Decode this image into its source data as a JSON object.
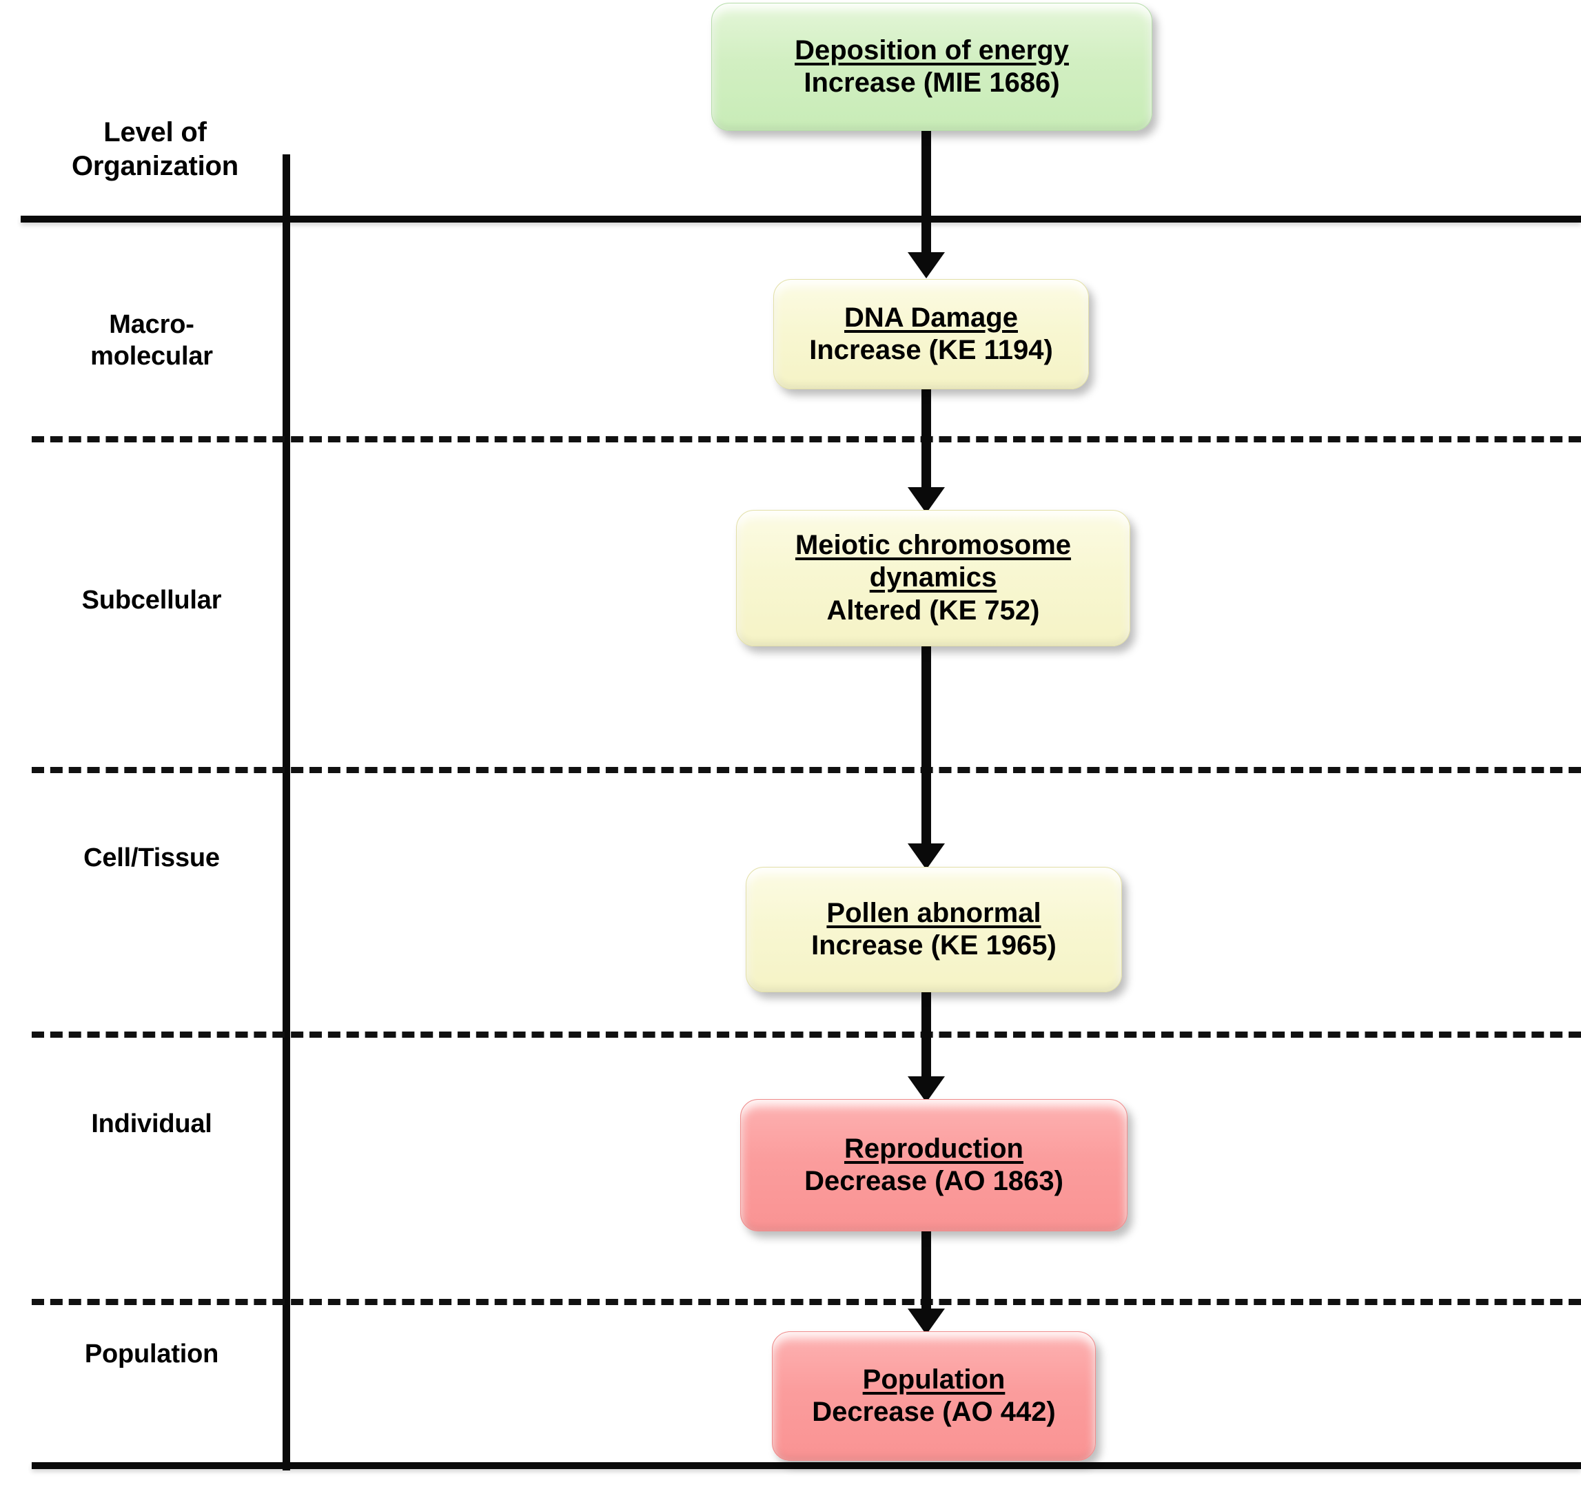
{
  "axis": {
    "header_label": "Level of\nOrganization",
    "header_line1": "Level of",
    "header_line2": "Organization",
    "levels": [
      {
        "id": "macromolecular",
        "line1": "Macro-",
        "line2": "molecular"
      },
      {
        "id": "subcellular",
        "line1": "Subcellular",
        "line2": ""
      },
      {
        "id": "cell-tissue",
        "line1": "Cell/Tissue",
        "line2": ""
      },
      {
        "id": "individual",
        "line1": "Individual",
        "line2": ""
      },
      {
        "id": "population",
        "line1": "Population",
        "line2": ""
      }
    ]
  },
  "pathway": {
    "nodes": [
      {
        "id": "deposition-of-energy",
        "title": "Deposition of energy",
        "detail": "Increase (MIE 1686)",
        "event_type": "MIE",
        "event_id": "1686",
        "direction": "Increase",
        "color": "#d2efc2",
        "level": "above-axis"
      },
      {
        "id": "dna-damage",
        "title": "DNA Damage",
        "detail": "Increase (KE 1194)",
        "event_type": "KE",
        "event_id": "1194",
        "direction": "Increase",
        "color": "#f8f7d2",
        "level": "macromolecular"
      },
      {
        "id": "meiotic-chromosome-dynamics",
        "title_line1": "Meiotic chromosome",
        "title_line2": "dynamics",
        "title": "Meiotic chromosome dynamics",
        "detail": "Altered (KE 752)",
        "event_type": "KE",
        "event_id": "752",
        "direction": "Altered",
        "color": "#f8f7d2",
        "level": "subcellular"
      },
      {
        "id": "pollen-abnormal",
        "title": "Pollen abnormal",
        "detail": "Increase (KE 1965)",
        "event_type": "KE",
        "event_id": "1965",
        "direction": "Increase",
        "color": "#f8f7d2",
        "level": "cell-tissue"
      },
      {
        "id": "reproduction",
        "title": "Reproduction",
        "detail": "Decrease (AO 1863)",
        "event_type": "AO",
        "event_id": "1863",
        "direction": "Decrease",
        "color": "#fb9d9d",
        "level": "individual"
      },
      {
        "id": "population",
        "title": "Population",
        "detail": "Decrease (AO 442)",
        "event_type": "AO",
        "event_id": "442",
        "direction": "Decrease",
        "color": "#fb9d9d",
        "level": "population"
      }
    ],
    "edges": [
      {
        "id": "edge-1",
        "from": "deposition-of-energy",
        "to": "dna-damage"
      },
      {
        "id": "edge-2",
        "from": "dna-damage",
        "to": "meiotic-chromosome-dynamics"
      },
      {
        "id": "edge-3",
        "from": "meiotic-chromosome-dynamics",
        "to": "pollen-abnormal"
      },
      {
        "id": "edge-4",
        "from": "pollen-abnormal",
        "to": "reproduction"
      },
      {
        "id": "edge-5",
        "from": "reproduction",
        "to": "population"
      }
    ]
  },
  "colors": {
    "mie": "#d2efc2",
    "ke": "#f8f7d2",
    "ao": "#fb9d9d",
    "line": "#0a0a0a"
  }
}
